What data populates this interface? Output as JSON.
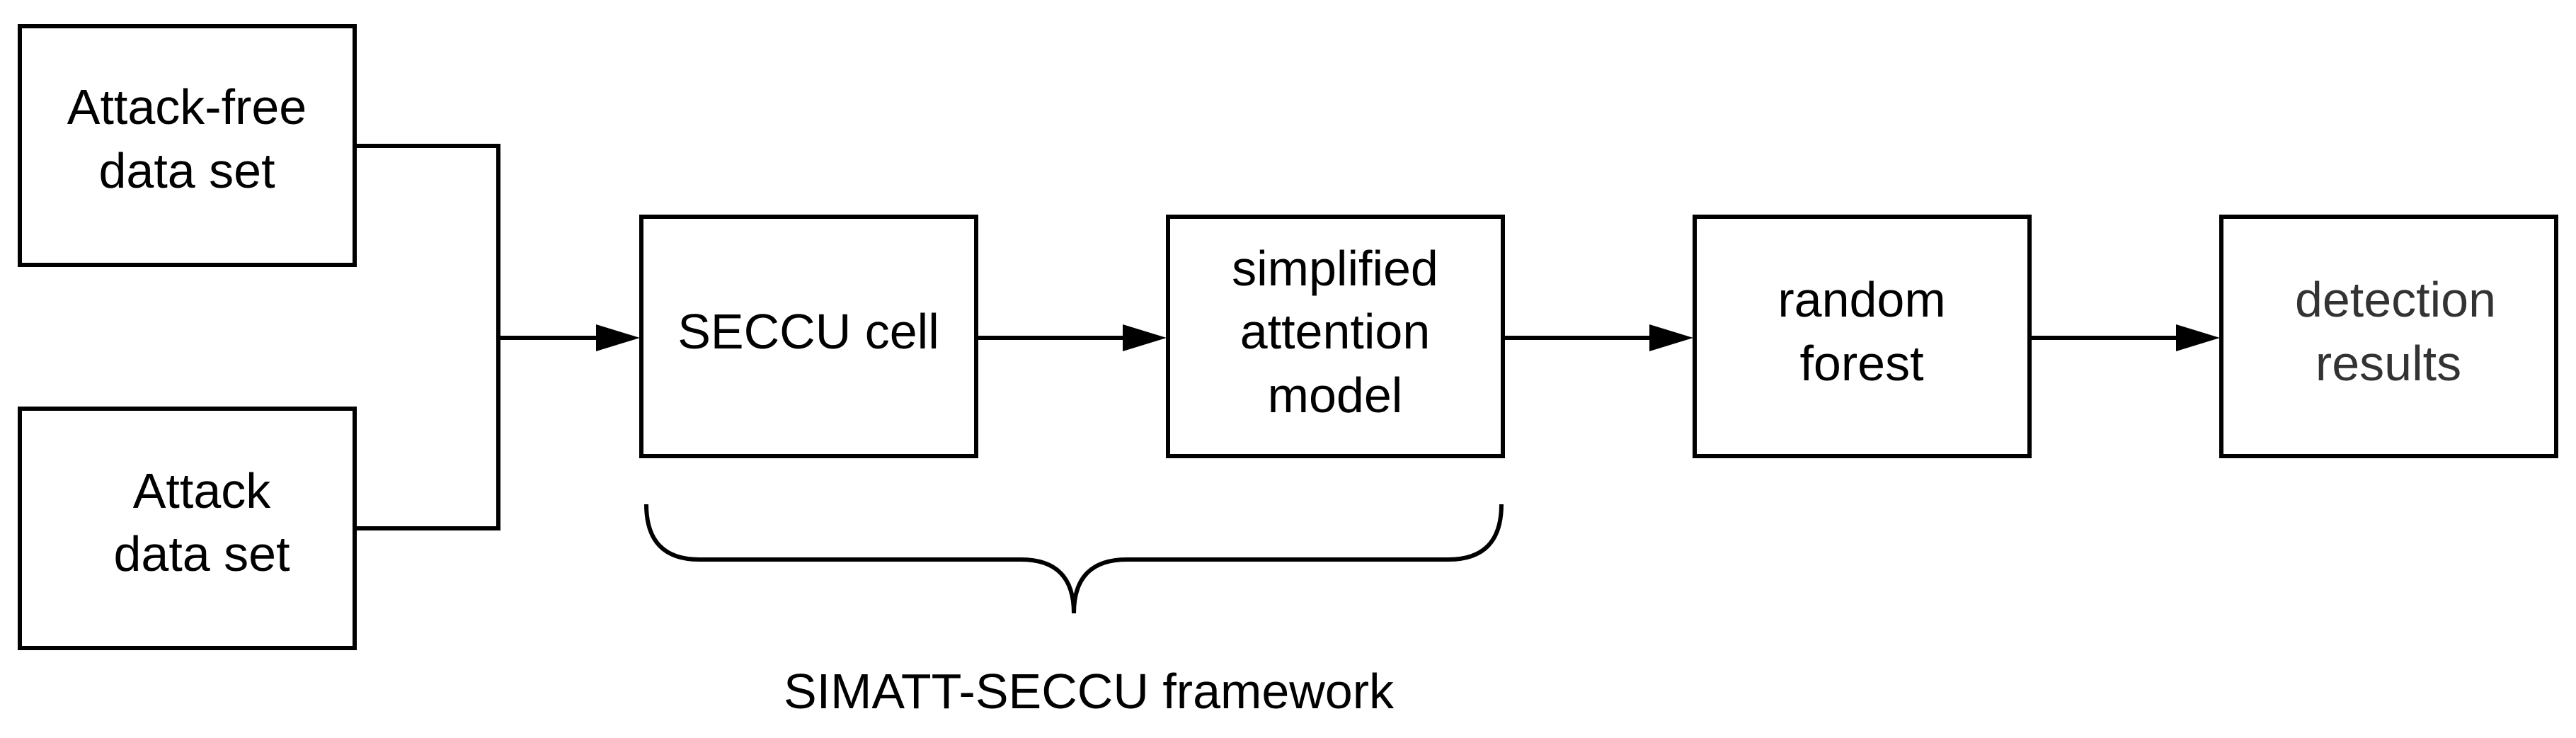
{
  "diagram": {
    "nodes": {
      "attack_free": {
        "line1": "Attack-free",
        "line2": "data set"
      },
      "attack": {
        "line1": "Attack",
        "line2": "data set"
      },
      "seccu": {
        "label": "SECCU cell"
      },
      "attention": {
        "line1": "simplified",
        "line2": "attention",
        "line3": "model"
      },
      "forest": {
        "line1": "random",
        "line2": "forest"
      },
      "results": {
        "line1": "detection",
        "line2": "results"
      }
    },
    "group_label": "SIMATT-SECCU framework"
  },
  "colors": {
    "stroke": "#000000",
    "text": "#000000",
    "muted_text": "#333333",
    "background": "#ffffff"
  }
}
